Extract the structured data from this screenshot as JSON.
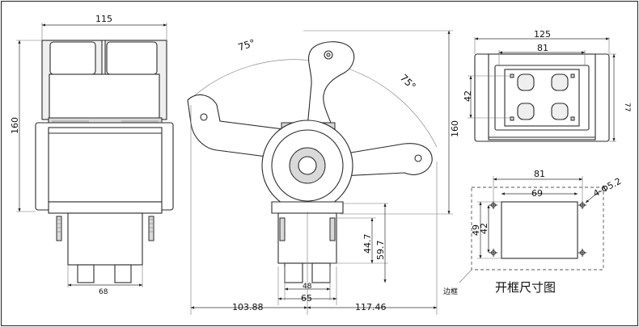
{
  "left_view": {
    "width_label": "115",
    "height_label": "160",
    "bottom_label": "68"
  },
  "center_view": {
    "angle_left": "75°",
    "angle_right": "75°",
    "height_label": "160",
    "dim_44": "44.7",
    "dim_59": "59.7",
    "dim_48": "48",
    "dim_65": "65",
    "dim_left": "103.88",
    "dim_right": "117.46"
  },
  "right_view": {
    "width_label": "125",
    "inner_label": "81",
    "height_label": "77",
    "hole_spacing": "42"
  },
  "cutout_view": {
    "width_81": "81",
    "width_69": "69",
    "height_49": "49",
    "height_42": "42",
    "holes": "4-Φ5.2",
    "frame_label": "边框",
    "caption": "开框尺寸图"
  }
}
